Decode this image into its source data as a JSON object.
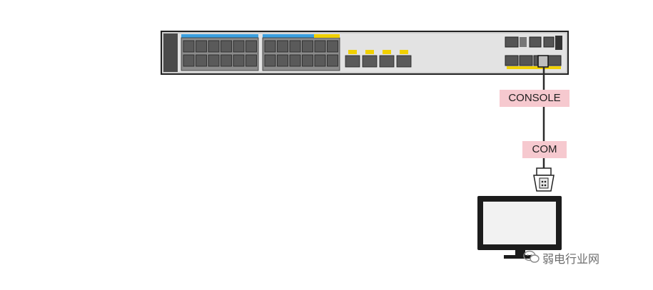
{
  "diagram": {
    "labels": {
      "console": "CONSOLE",
      "com": "COM"
    },
    "watermark": {
      "icon": "wechat-icon",
      "text": "弱电行业网"
    },
    "colors": {
      "label_background": "#f6c9cf",
      "switch_body": "#d9d9d9",
      "switch_panel": "#e6e6e6",
      "port_led_blue": "#3ba0e0",
      "port_led_yellow": "#f0d000",
      "cable": "#2b2b2b",
      "monitor_bezel": "#1c1c1c",
      "monitor_screen": "#f2f2f2"
    }
  }
}
